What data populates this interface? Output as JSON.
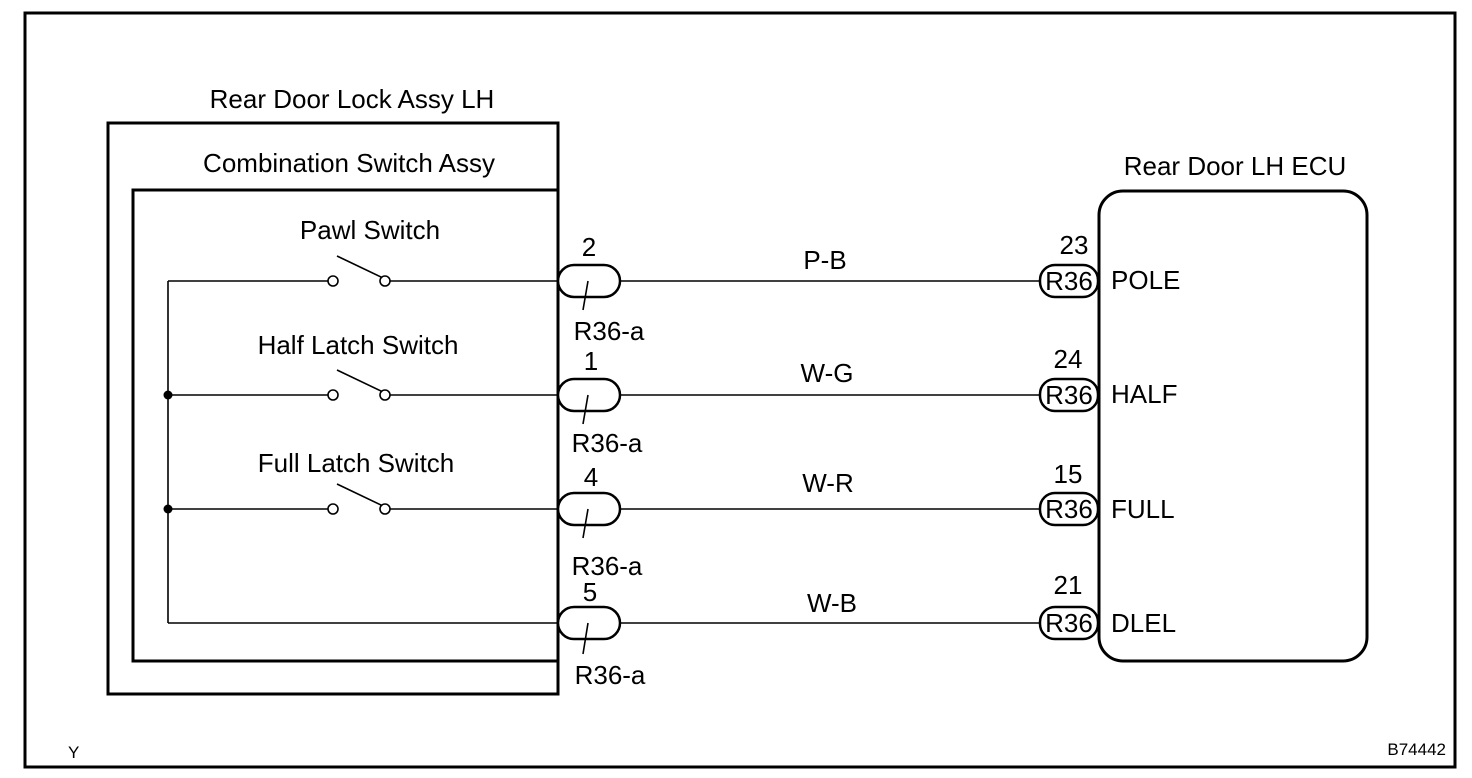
{
  "assembly": {
    "outer_title": "Rear Door Lock Assy LH",
    "inner_title": "Combination Switch Assy",
    "switches": [
      {
        "label": "Pawl Switch"
      },
      {
        "label": "Half Latch Switch"
      },
      {
        "label": "Full Latch Switch"
      }
    ]
  },
  "ecu": {
    "title": "Rear Door LH ECU"
  },
  "circuits": [
    {
      "pin": "2",
      "connector": "R36-a",
      "wire": "P-B",
      "ecu_pin": "23",
      "ecu_connector": "R36",
      "signal": "POLE"
    },
    {
      "pin": "1",
      "connector": "R36-a",
      "wire": "W-G",
      "ecu_pin": "24",
      "ecu_connector": "R36",
      "signal": "HALF"
    },
    {
      "pin": "4",
      "connector": "R36-a",
      "wire": "W-R",
      "ecu_pin": "15",
      "ecu_connector": "R36",
      "signal": "FULL"
    },
    {
      "pin": "5",
      "connector": "R36-a",
      "wire": "W-B",
      "ecu_pin": "21",
      "ecu_connector": "R36",
      "signal": "DLEL"
    }
  ],
  "footer": {
    "left_code": "Y",
    "figure_id": "B74442"
  }
}
